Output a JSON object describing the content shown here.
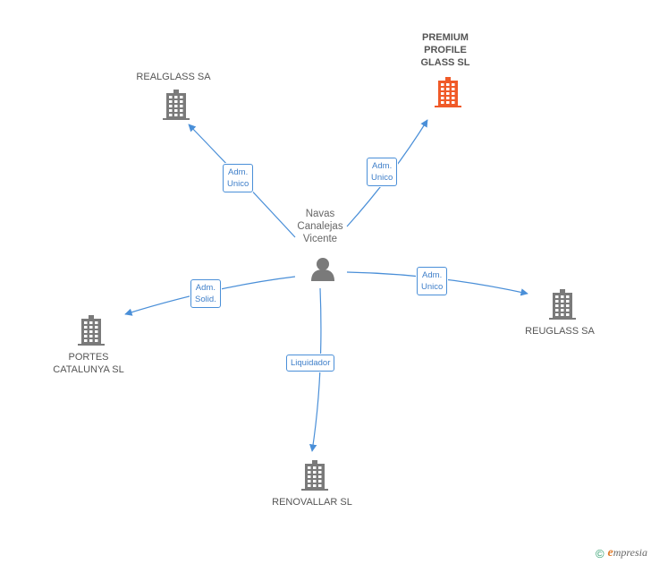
{
  "person": {
    "name": "Navas\nCanalejas\nVicente"
  },
  "companies": {
    "realglass": {
      "name": "REALGLASS SA"
    },
    "premium": {
      "name": "PREMIUM\nPROFILE\nGLASS SL"
    },
    "portes": {
      "name": "PORTES\nCATALUNYA SL"
    },
    "reuglass": {
      "name": "REUGLASS SA"
    },
    "renovallar": {
      "name": "RENOVALLAR SL"
    }
  },
  "edges": {
    "realglass": "Adm.\nUnico",
    "premium": "Adm.\nUnico",
    "portes": "Adm.\nSolid.",
    "reuglass": "Adm.\nUnico",
    "renovallar": "Liquidador"
  },
  "footer": {
    "copyright": "©",
    "brand_initial": "e",
    "brand_rest": "mpresia"
  },
  "colors": {
    "edge": "#4a8fd8",
    "building": "#7a7a7a",
    "building_main": "#f05a28",
    "person": "#7a7a7a"
  }
}
